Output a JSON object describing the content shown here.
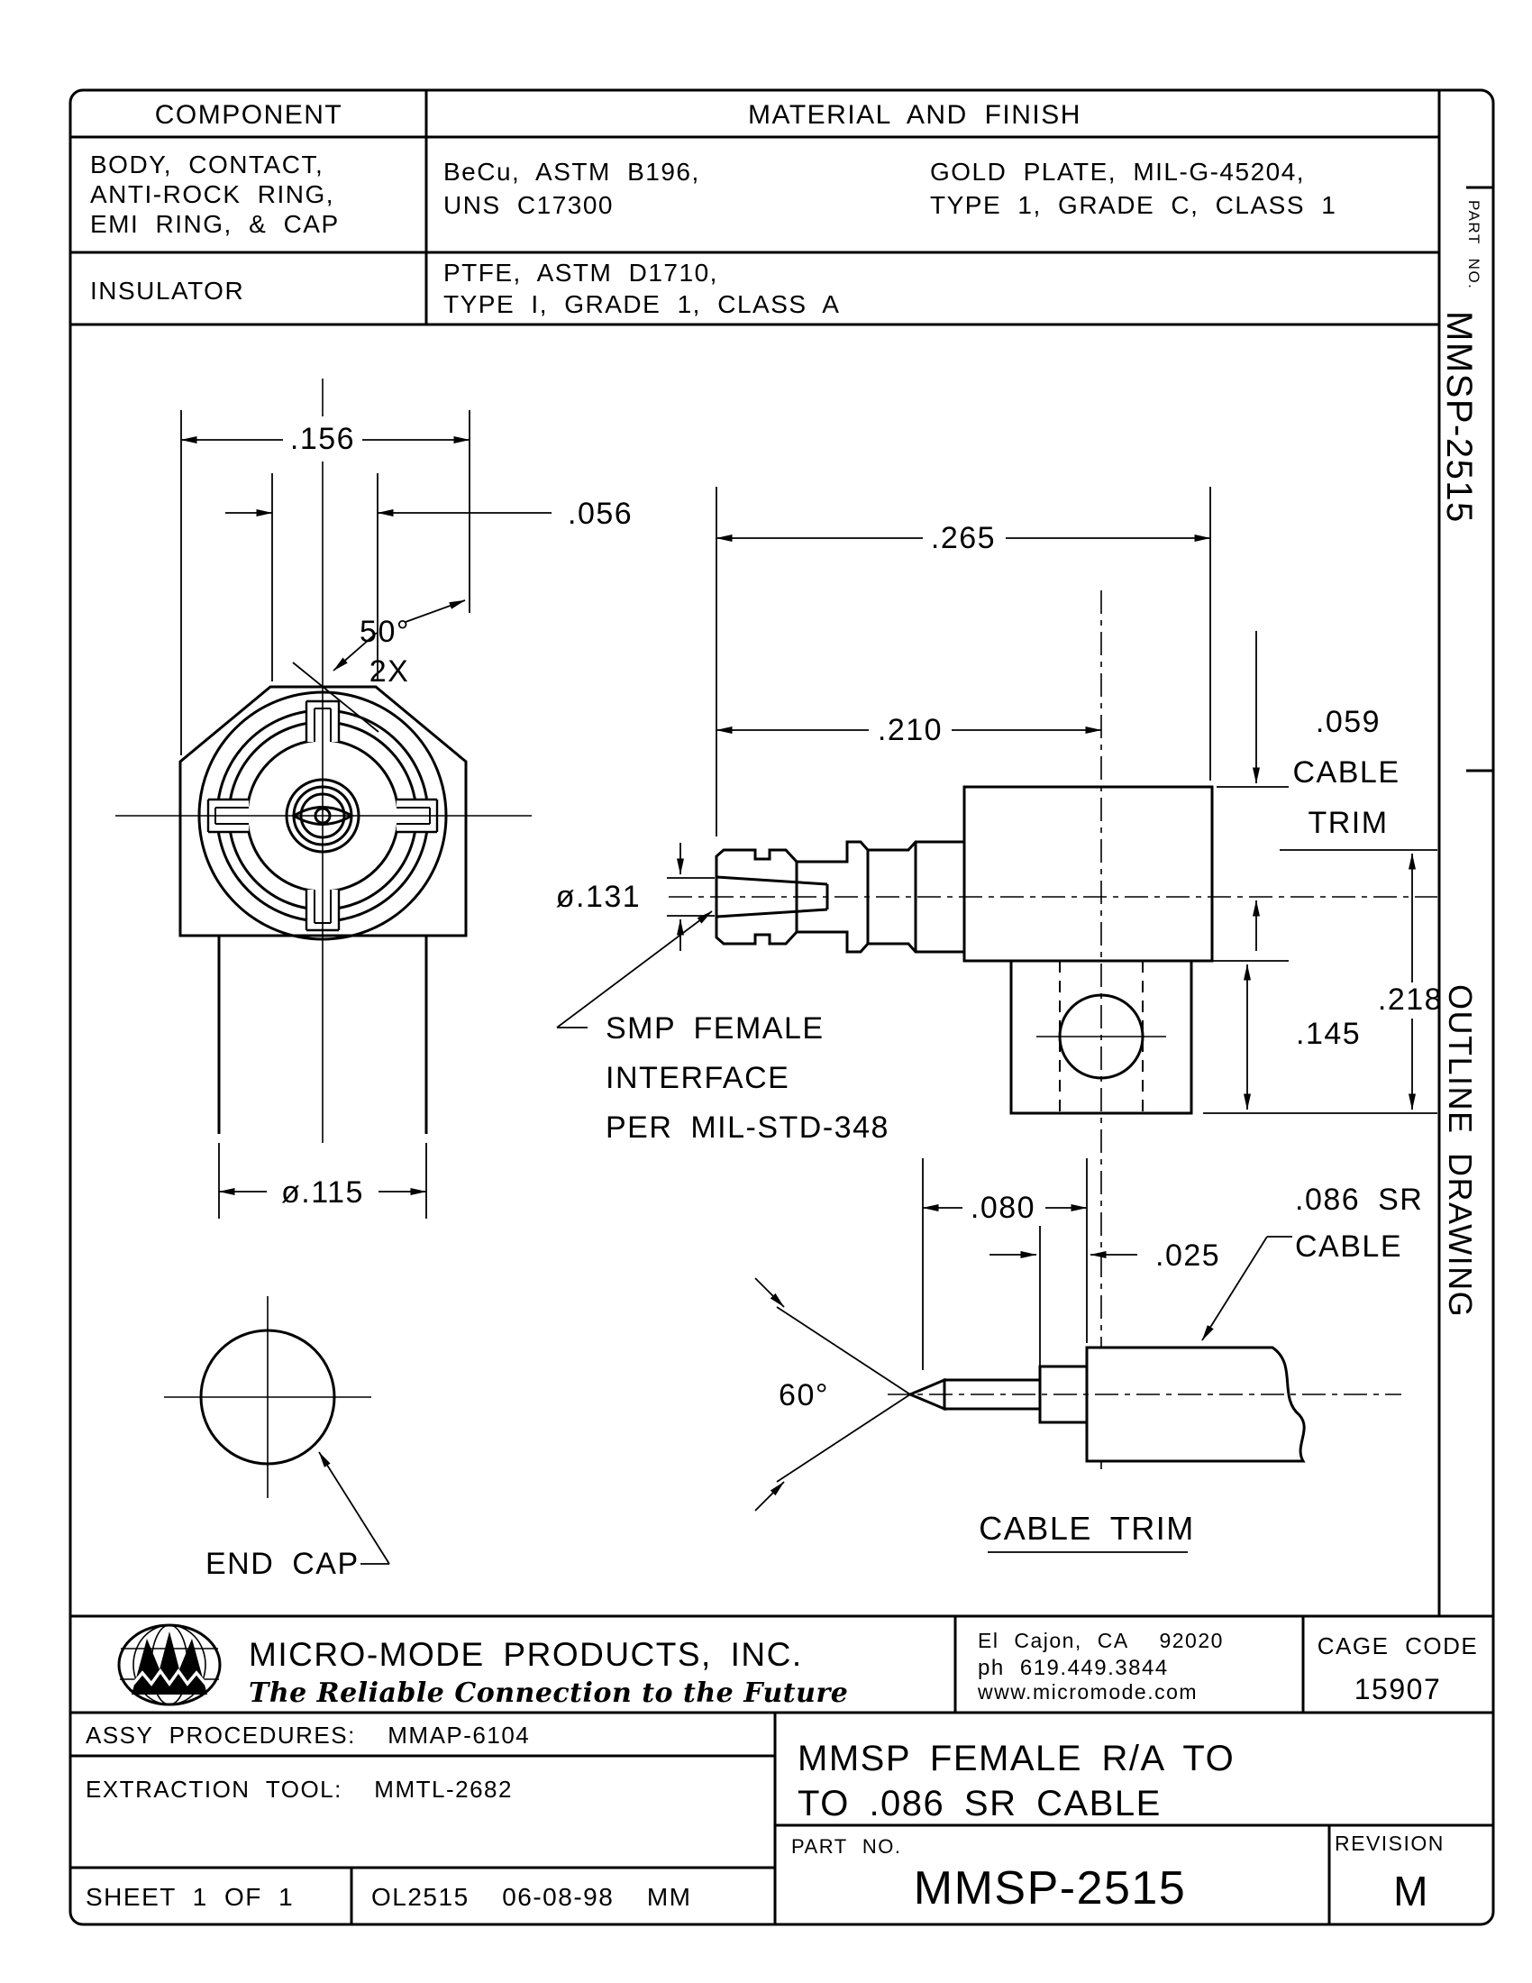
{
  "table": {
    "component_header": "COMPONENT",
    "material_header": "MATERIAL AND FINISH",
    "row1_component": [
      "BODY, CONTACT,",
      "ANTI-ROCK RING,",
      "EMI RING, & CAP"
    ],
    "row1_material": [
      "BeCu, ASTM B196,",
      "UNS C17300"
    ],
    "row1_finish": [
      "GOLD PLATE, MIL-G-45204,",
      "TYPE 1, GRADE C, CLASS 1"
    ],
    "row2_component": "INSULATOR",
    "row2_material": [
      "PTFE, ASTM D1710,",
      "TYPE I, GRADE 1, CLASS A"
    ]
  },
  "margin_strip": {
    "part_no_label": "PART NO.",
    "part_no": "MMSP-2515",
    "doc_type": "OUTLINE DRAWING"
  },
  "front_view": {
    "dim_width": ".156",
    "dim_flat": ".056",
    "dim_chamfer_angle": "50°",
    "dim_chamfer_qty": "2X",
    "dim_neck_dia": "ø.115",
    "end_cap_label": "END CAP"
  },
  "side_view": {
    "dim_overall": ".265",
    "dim_body": ".210",
    "cable_trim_note": [
      ".059",
      "CABLE",
      "TRIM"
    ],
    "dim_slot_dia": "ø.131",
    "dim_height": ".218",
    "dim_foot": ".145",
    "interface_note": [
      "SMP FEMALE",
      "INTERFACE",
      "PER MIL-STD-348"
    ]
  },
  "trim_detail": {
    "dim_pin": ".080",
    "dim_gap": ".025",
    "dim_angle": "60°",
    "cable_note": [
      ".086 SR",
      "CABLE"
    ],
    "caption": "CABLE TRIM"
  },
  "title_block": {
    "company": "MICRO-MODE PRODUCTS, INC.",
    "tagline": "The Reliable Connection to the Future",
    "address": "El Cajon, CA  92020",
    "phone": "ph 619.449.3844",
    "website": "www.micromode.com",
    "cage_code_label": "CAGE CODE",
    "cage_code": "15907",
    "assy_label": "ASSY PROCEDURES:  MMAP-6104",
    "extraction_label": "EXTRACTION TOOL:  MMTL-2682",
    "sheet": "SHEET 1 OF 1",
    "doc_ref": "OL2515  06-08-98  MM",
    "title_line1": "MMSP FEMALE R/A TO",
    "title_line2": "TO .086 SR CABLE",
    "part_no_label": "PART NO.",
    "part_no": "MMSP-2515",
    "revision_label": "REVISION",
    "revision": "M"
  }
}
